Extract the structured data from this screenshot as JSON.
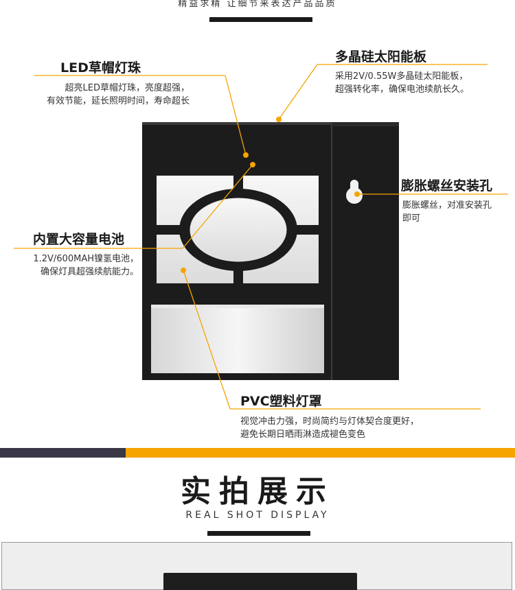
{
  "header": {
    "tagline": "精益求精  让细节来表达产品品质"
  },
  "colors": {
    "accent_orange": "#f5a400",
    "band_dark": "#3a3846",
    "lamp_body": "#1c1c1c",
    "lampshade": "#f4f4f4"
  },
  "callouts": {
    "led": {
      "title": "LED草帽灯珠",
      "line1": "超亮LED草帽灯珠，亮度超强，",
      "line2": "有效节能，延长照明时间，寿命超长"
    },
    "solar": {
      "title": "多晶硅太阳能板",
      "line1": "采用2V/0.55W多晶硅太阳能板，",
      "line2": "超强转化率，确保电池续航长久。"
    },
    "screw": {
      "title": "膨胀螺丝安装孔",
      "line1": "膨胀螺丝，对准安装孔",
      "line2": "即可"
    },
    "battery": {
      "title": "内置大容量电池",
      "line1": "1.2V/600MAH镍氢电池，",
      "line2": "确保灯具超强续航能力。"
    },
    "pvc": {
      "title": "PVC塑料灯罩",
      "line1": "视觉冲击力强，时尚简约与灯体契合度更好，",
      "line2": "避免长期日晒雨淋造成褪色变色"
    }
  },
  "section": {
    "title": "实拍展示",
    "subtitle": "REAL SHOT DISPLAY"
  }
}
